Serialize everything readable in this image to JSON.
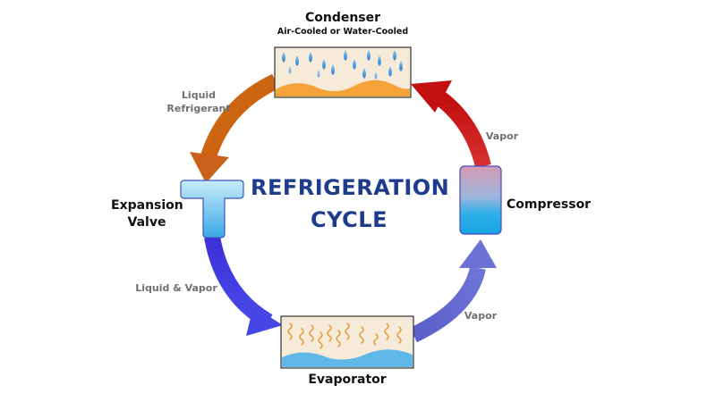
{
  "title_line1": "REFRIGERATION",
  "title_line2": "CYCLE",
  "components": {
    "condenser": {
      "name": "Condenser",
      "subtitle": "Air-Cooled or Water-Cooled"
    },
    "compressor": {
      "name": "Compressor"
    },
    "evaporator": {
      "name": "Evaporator"
    },
    "expansion_valve": {
      "name_line1": "Expansion",
      "name_line2": "Valve"
    }
  },
  "flows": {
    "condenser_to_valve_line1": "Liquid",
    "condenser_to_valve_line2": "Refrigerant",
    "valve_to_evaporator": "Liquid & Vapor",
    "evaporator_to_compressor": "Vapor",
    "compressor_to_condenser": "Vapor"
  },
  "colors": {
    "title": "#1f3c8c",
    "arrow_liquid": "#cf6a12",
    "arrow_mixed": "#3a3ee0",
    "arrow_vapor_low": "#6a6fd0",
    "arrow_vapor_high": "#d01818",
    "condenser_fill": "#f6ead8",
    "water_drop": "#3a8fd6",
    "evaporator_wave": "#5fb8e8",
    "heat_squiggle": "#e39630"
  }
}
